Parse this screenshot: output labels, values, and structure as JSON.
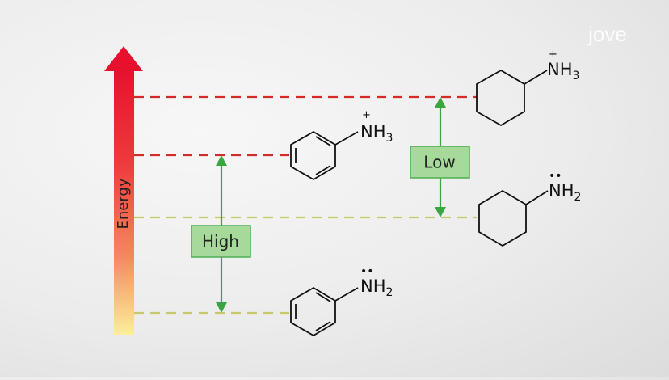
{
  "energy_axis": {
    "label": "Energy"
  },
  "labels": {
    "high": "High",
    "low": "Low"
  },
  "molecules": {
    "anilinium": {
      "atom": "NH",
      "subscript": "3",
      "charge": "+"
    },
    "aniline": {
      "atom": "NH",
      "subscript": "2",
      "lone_pair": "••"
    },
    "cyclohexylammonium": {
      "atom": "NH",
      "subscript": "3",
      "charge": "+"
    },
    "cyclohexylamine": {
      "atom": "NH",
      "subscript": "2",
      "lone_pair": "••"
    }
  },
  "watermark": "jove",
  "colors": {
    "arrow_top": "#e8112d",
    "arrow_mid": "#f4775a",
    "arrow_bottom": "#fbef9a",
    "red_dash": "#d42a2a",
    "yellow_dash": "#c8c86a",
    "green": "#3aa640",
    "label_fill": "#a6d99a",
    "label_stroke": "#4caf50"
  }
}
